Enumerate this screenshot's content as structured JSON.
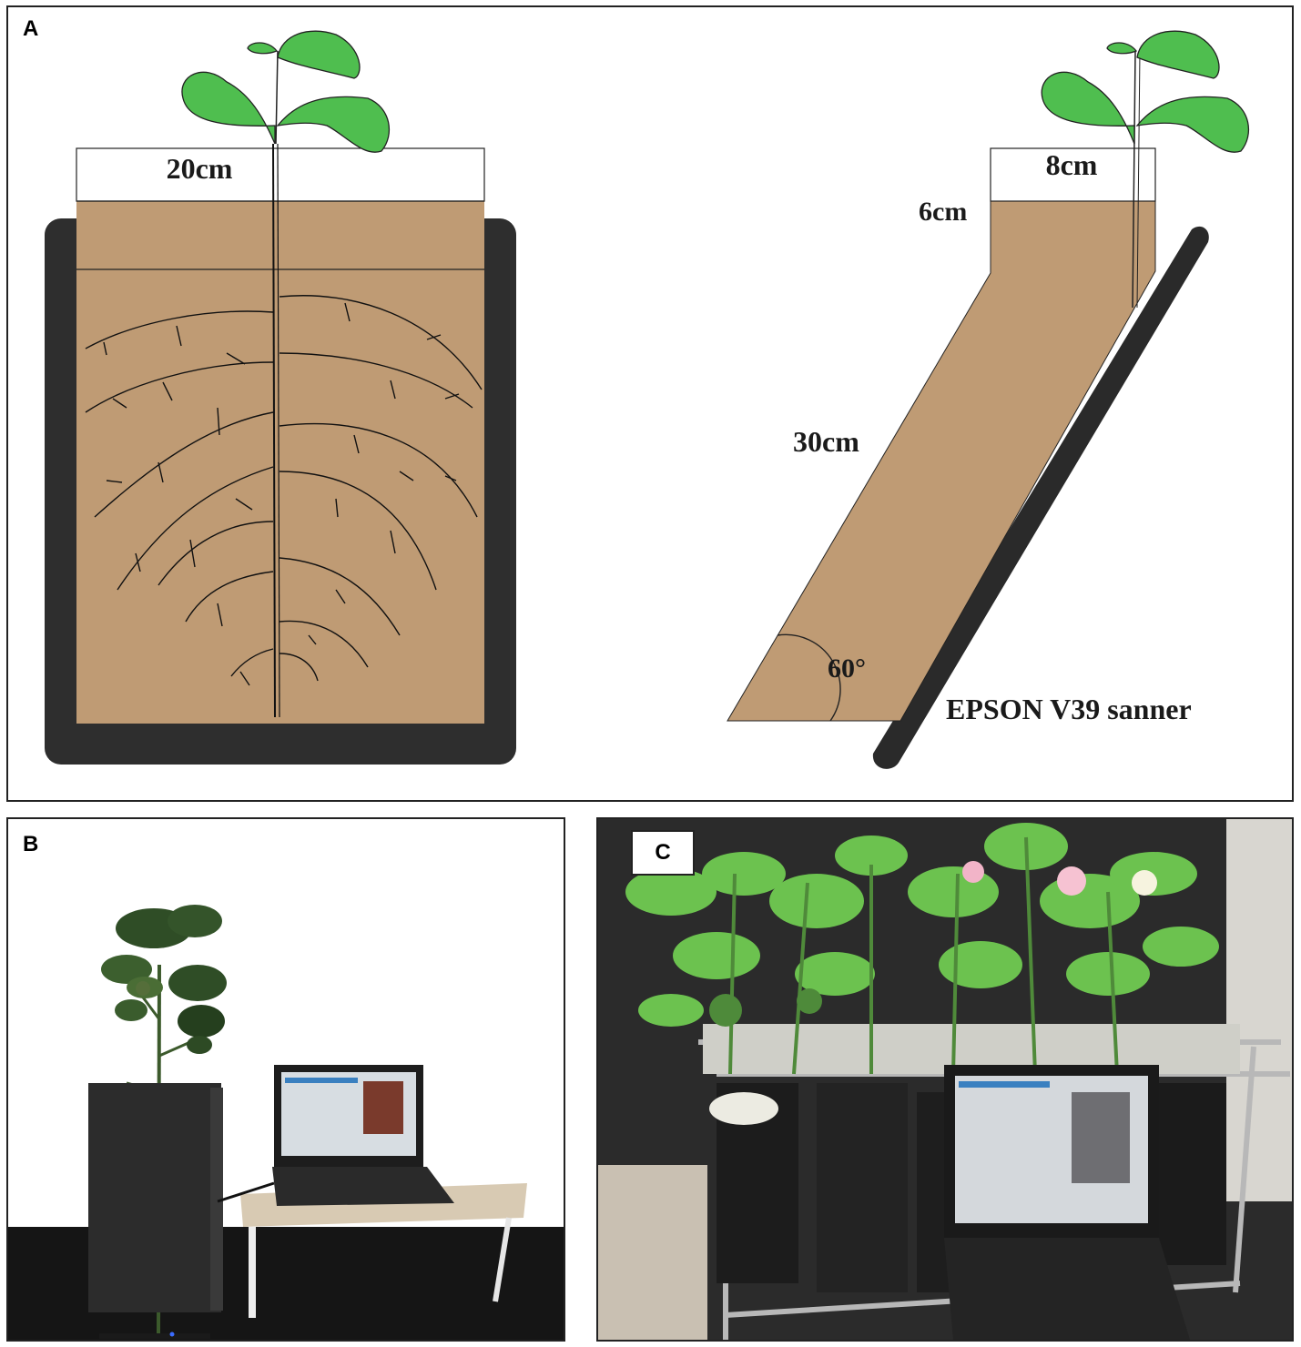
{
  "panels": {
    "a": {
      "letter": "A",
      "labels": {
        "width_left": "20cm",
        "width_right": "8cm",
        "depth_top": "6cm",
        "length": "30cm",
        "angle": "60°",
        "scanner": "EPSON V39 sanner"
      }
    },
    "b": {
      "letter": "B"
    },
    "c": {
      "letter": "C"
    }
  },
  "colors": {
    "soil": "#bf9b74",
    "frame": "#2e2e2e",
    "leaf": "#4fbe4f",
    "root": "#111111"
  }
}
